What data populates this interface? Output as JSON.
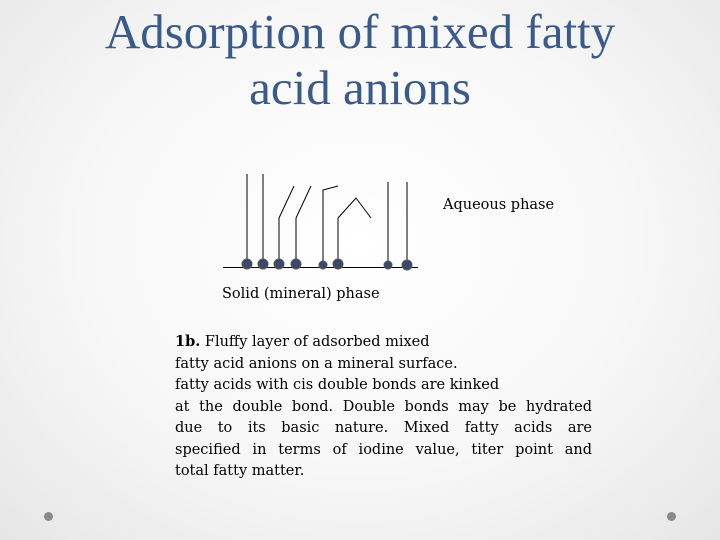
{
  "slide": {
    "title_line1": "Adsorption of mixed fatty",
    "title_line2": "acid anions"
  },
  "diagram": {
    "aqueous_label": "Aqueous phase",
    "solid_label": "Solid (mineral) phase"
  },
  "caption": {
    "bold_lead": "1b.",
    "line1_rest": " Fluffy layer of adsorbed mixed",
    "line2": "fatty acid anions on a mineral surface.",
    "line3": "fatty acids with cis double bonds are kinked",
    "line4": "at the double bond. Double bonds may be hydrated",
    "line5": "due to its basic nature. Mixed fatty acids are",
    "line6": "specified in terms of iodine value, titer point and",
    "line7": "total fatty matter."
  },
  "colors": {
    "title": "#3a5a8c",
    "head_fill": "#3a4a6a",
    "line": "#000000"
  },
  "icons": [
    "bullet-dot-icon"
  ]
}
